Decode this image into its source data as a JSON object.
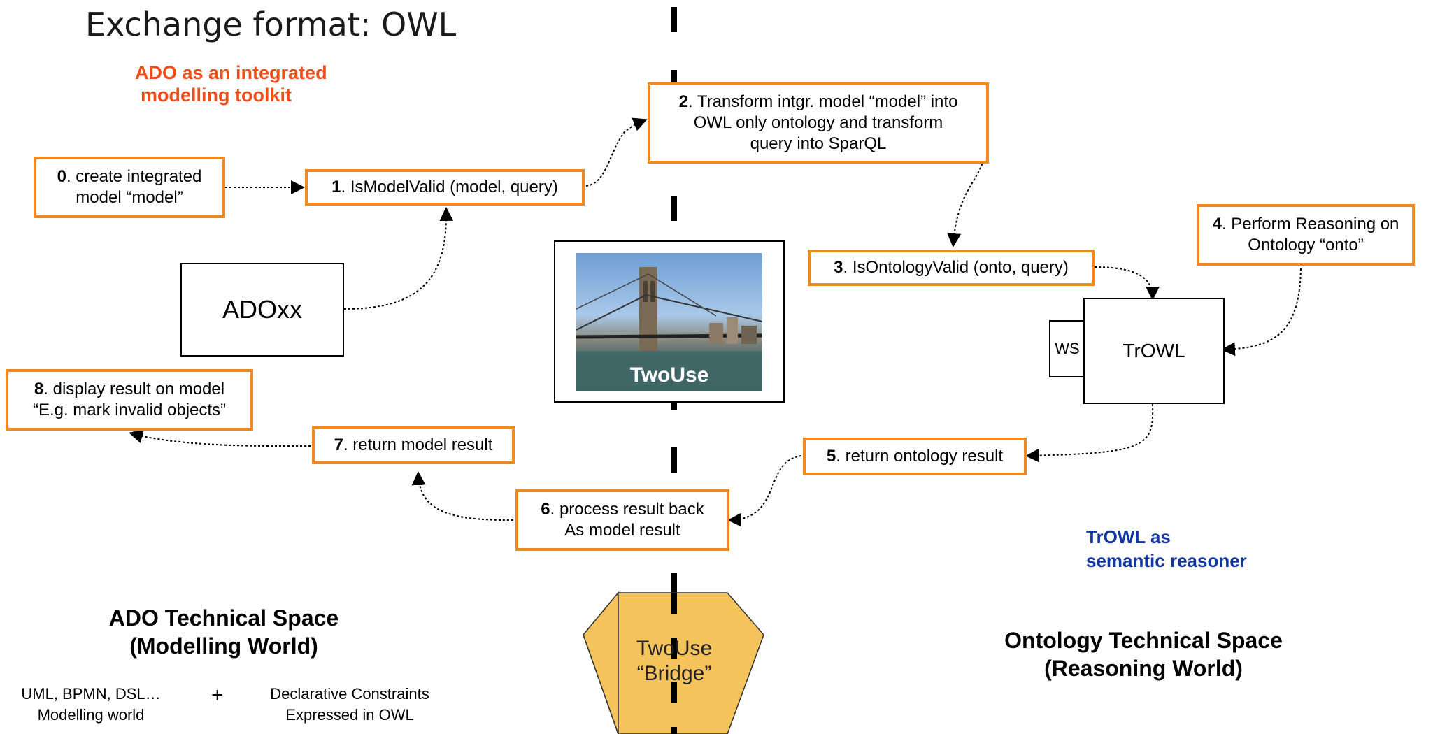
{
  "title": "Exchange format: OWL",
  "ado_heading": [
    "ADO as an integrated",
    "modelling toolkit"
  ],
  "trowl_heading": [
    "TrOWL as",
    "semantic reasoner"
  ],
  "steps": {
    "s0": {
      "num": "0",
      "text1": ". create integrated",
      "text2": "model “model”"
    },
    "s1": {
      "num": "1",
      "text1": ". IsModelValid (model, query)"
    },
    "s2": {
      "num": "2",
      "text1": ". Transform intgr. model “model” into",
      "text2": "OWL only ontology and transform",
      "text3": "query into SparQL"
    },
    "s3": {
      "num": "3",
      "text1": ". IsOntologyValid (onto, query)"
    },
    "s4": {
      "num": "4",
      "text1": ". Perform Reasoning on",
      "text2": "Ontology “onto”"
    },
    "s5": {
      "num": "5",
      "text1": ". return ontology result"
    },
    "s6": {
      "num": "6",
      "text1": ". process result back",
      "text2": "As model result"
    },
    "s7": {
      "num": "7",
      "text1": ". return model result"
    },
    "s8": {
      "num": "8",
      "text1": ". display result on model",
      "text2": "“E.g. mark invalid objects”"
    }
  },
  "adoxx_label": "ADOxx",
  "ws_label": "WS",
  "trowl_label": "TrOWL",
  "photo_label": "TwoUse",
  "bridge_label": [
    "TwoUse",
    "“Bridge”"
  ],
  "ado_space": [
    "ADO Technical Space",
    "(Modelling World)"
  ],
  "onto_space": [
    "Ontology Technical Space",
    "(Reasoning World)"
  ],
  "footer_left": [
    "UML, BPMN, DSL…",
    "Modelling world"
  ],
  "footer_plus": "+",
  "footer_right": [
    "Declarative Constraints",
    "Expressed in OWL"
  ],
  "colors": {
    "box_border": "#ee8a1f",
    "ado_heading": "#f04e19",
    "trowl_heading": "#1236a0",
    "bridge_fill": "#f5c35c"
  }
}
